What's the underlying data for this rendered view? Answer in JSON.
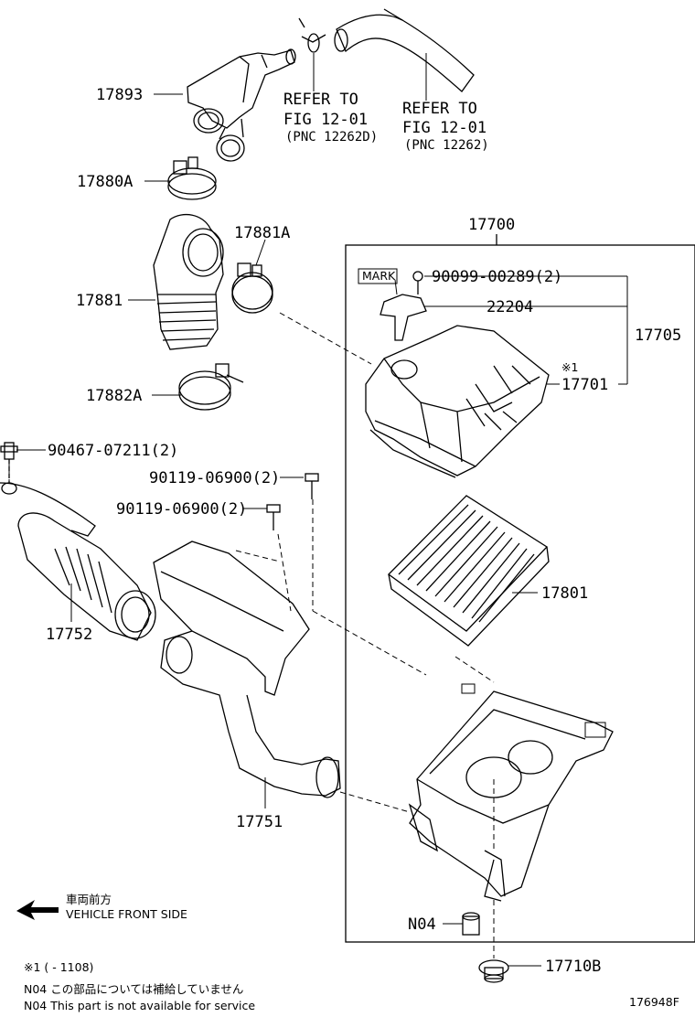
{
  "parts": {
    "p17893": "17893",
    "p17880A": "17880A",
    "p17881A": "17881A",
    "p17881": "17881",
    "p17882A": "17882A",
    "p90467": "90467-07211(2)",
    "p90119a": "90119-06900(2)",
    "p90119b": "90119-06900(2)",
    "p17752": "17752",
    "p17751": "17751",
    "p17700": "17700",
    "p90099": "90099-00289(2)",
    "p22204": "22204",
    "p17705": "17705",
    "p17701": "17701",
    "p17801": "17801",
    "pN04": "N04",
    "p17710B": "17710B"
  },
  "refs": {
    "ref1_line1": "REFER TO",
    "ref1_line2": "FIG 12-01",
    "ref1_line3": "(PNC 12262D)",
    "ref2_line1": "REFER TO",
    "ref2_line2": "FIG 12-01",
    "ref2_line3": "(PNC 12262)"
  },
  "marks": {
    "mark_label": "MARK",
    "asterisk_1": "※1"
  },
  "front": {
    "jp": "車両前方",
    "en": "VEHICLE FRONT SIDE"
  },
  "notes": {
    "n1": "※1 (        - 1108)",
    "n2": "N04  この部品については補給していません",
    "n3": "N04  This part is not available for service"
  },
  "figure_id": "176948F"
}
